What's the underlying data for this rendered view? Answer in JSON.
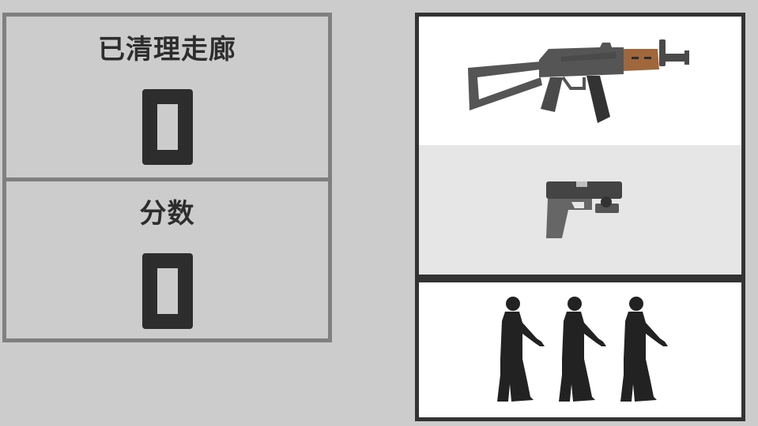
{
  "stats": {
    "corridors_cleared": {
      "label": "已清理走廊",
      "value": "0"
    },
    "score": {
      "label": "分数",
      "value": "0"
    }
  },
  "loadout": {
    "primary_weapon": {
      "icon": "assault-rifle-icon",
      "selected": true
    },
    "secondary_weapon": {
      "icon": "pistol-icon",
      "selected": false
    },
    "enemies": {
      "icon": "enemy-squad-icon",
      "count": 3
    }
  },
  "colors": {
    "background": "#cccccc",
    "stat_border": "#808080",
    "text": "#2d2d2d",
    "loadout_border": "#333333",
    "slot_selected": "#ffffff",
    "slot_unselected": "#e6e6e6",
    "wood": "#a0673c",
    "gun_metal": "#555555"
  }
}
